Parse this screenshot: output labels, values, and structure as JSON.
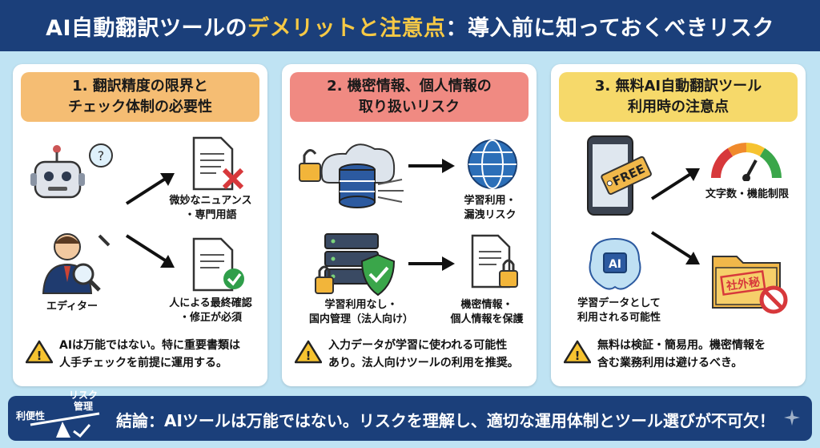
{
  "header": {
    "title_part1": "AI自動翻訳ツールの",
    "title_highlight": "デメリットと注意点",
    "title_part2": "：導入前に知っておくべきリスク"
  },
  "panels": [
    {
      "title_line1": "1. 翻訳精度の限界と",
      "title_line2": "チェック体制の必要性",
      "caption_nuance_1": "微妙なニュアンス",
      "caption_nuance_2": "・専門用語",
      "caption_editor": "エディター",
      "caption_check_1": "人による最終確認",
      "caption_check_2": "・修正が必須",
      "warning_1": "AIは万能ではない。特に重要書類は",
      "warning_2": "人手チェックを前提に運用する。"
    },
    {
      "title_line1": "2. 機密情報、個人情報の",
      "title_line2": "取り扱いリスク",
      "caption_leak_1": "学習利用・",
      "caption_leak_2": "漏洩リスク",
      "caption_domestic_1": "学習利用なし・",
      "caption_domestic_2": "国内管理（法人向け）",
      "caption_protect_1": "機密情報・",
      "caption_protect_2": "個人情報を保護",
      "warning_1": "入力データが学習に使われる可能性",
      "warning_2": "あり。法人向けツールの利用を推奨。"
    },
    {
      "title_line1": "3. 無料AI自動翻訳ツール",
      "title_line2": "利用時の注意点",
      "free_tag": "FREE",
      "caption_limit": "文字数・機能制限",
      "ai_chip": "AI",
      "caption_training_1": "学習データとして",
      "caption_training_2": "利用される可能性",
      "stamp": "社外秘",
      "warning_1": "無料は検証・簡易用。機密情報を",
      "warning_2": "含む業務利用は避けるべき。"
    }
  ],
  "footer": {
    "scale_left": "利便性",
    "scale_right_1": "リスク",
    "scale_right_2": "管理",
    "conclusion": "結論：AIツールは万能ではない。リスクを理解し、適切な運用体制とツール選びが不可欠！"
  }
}
